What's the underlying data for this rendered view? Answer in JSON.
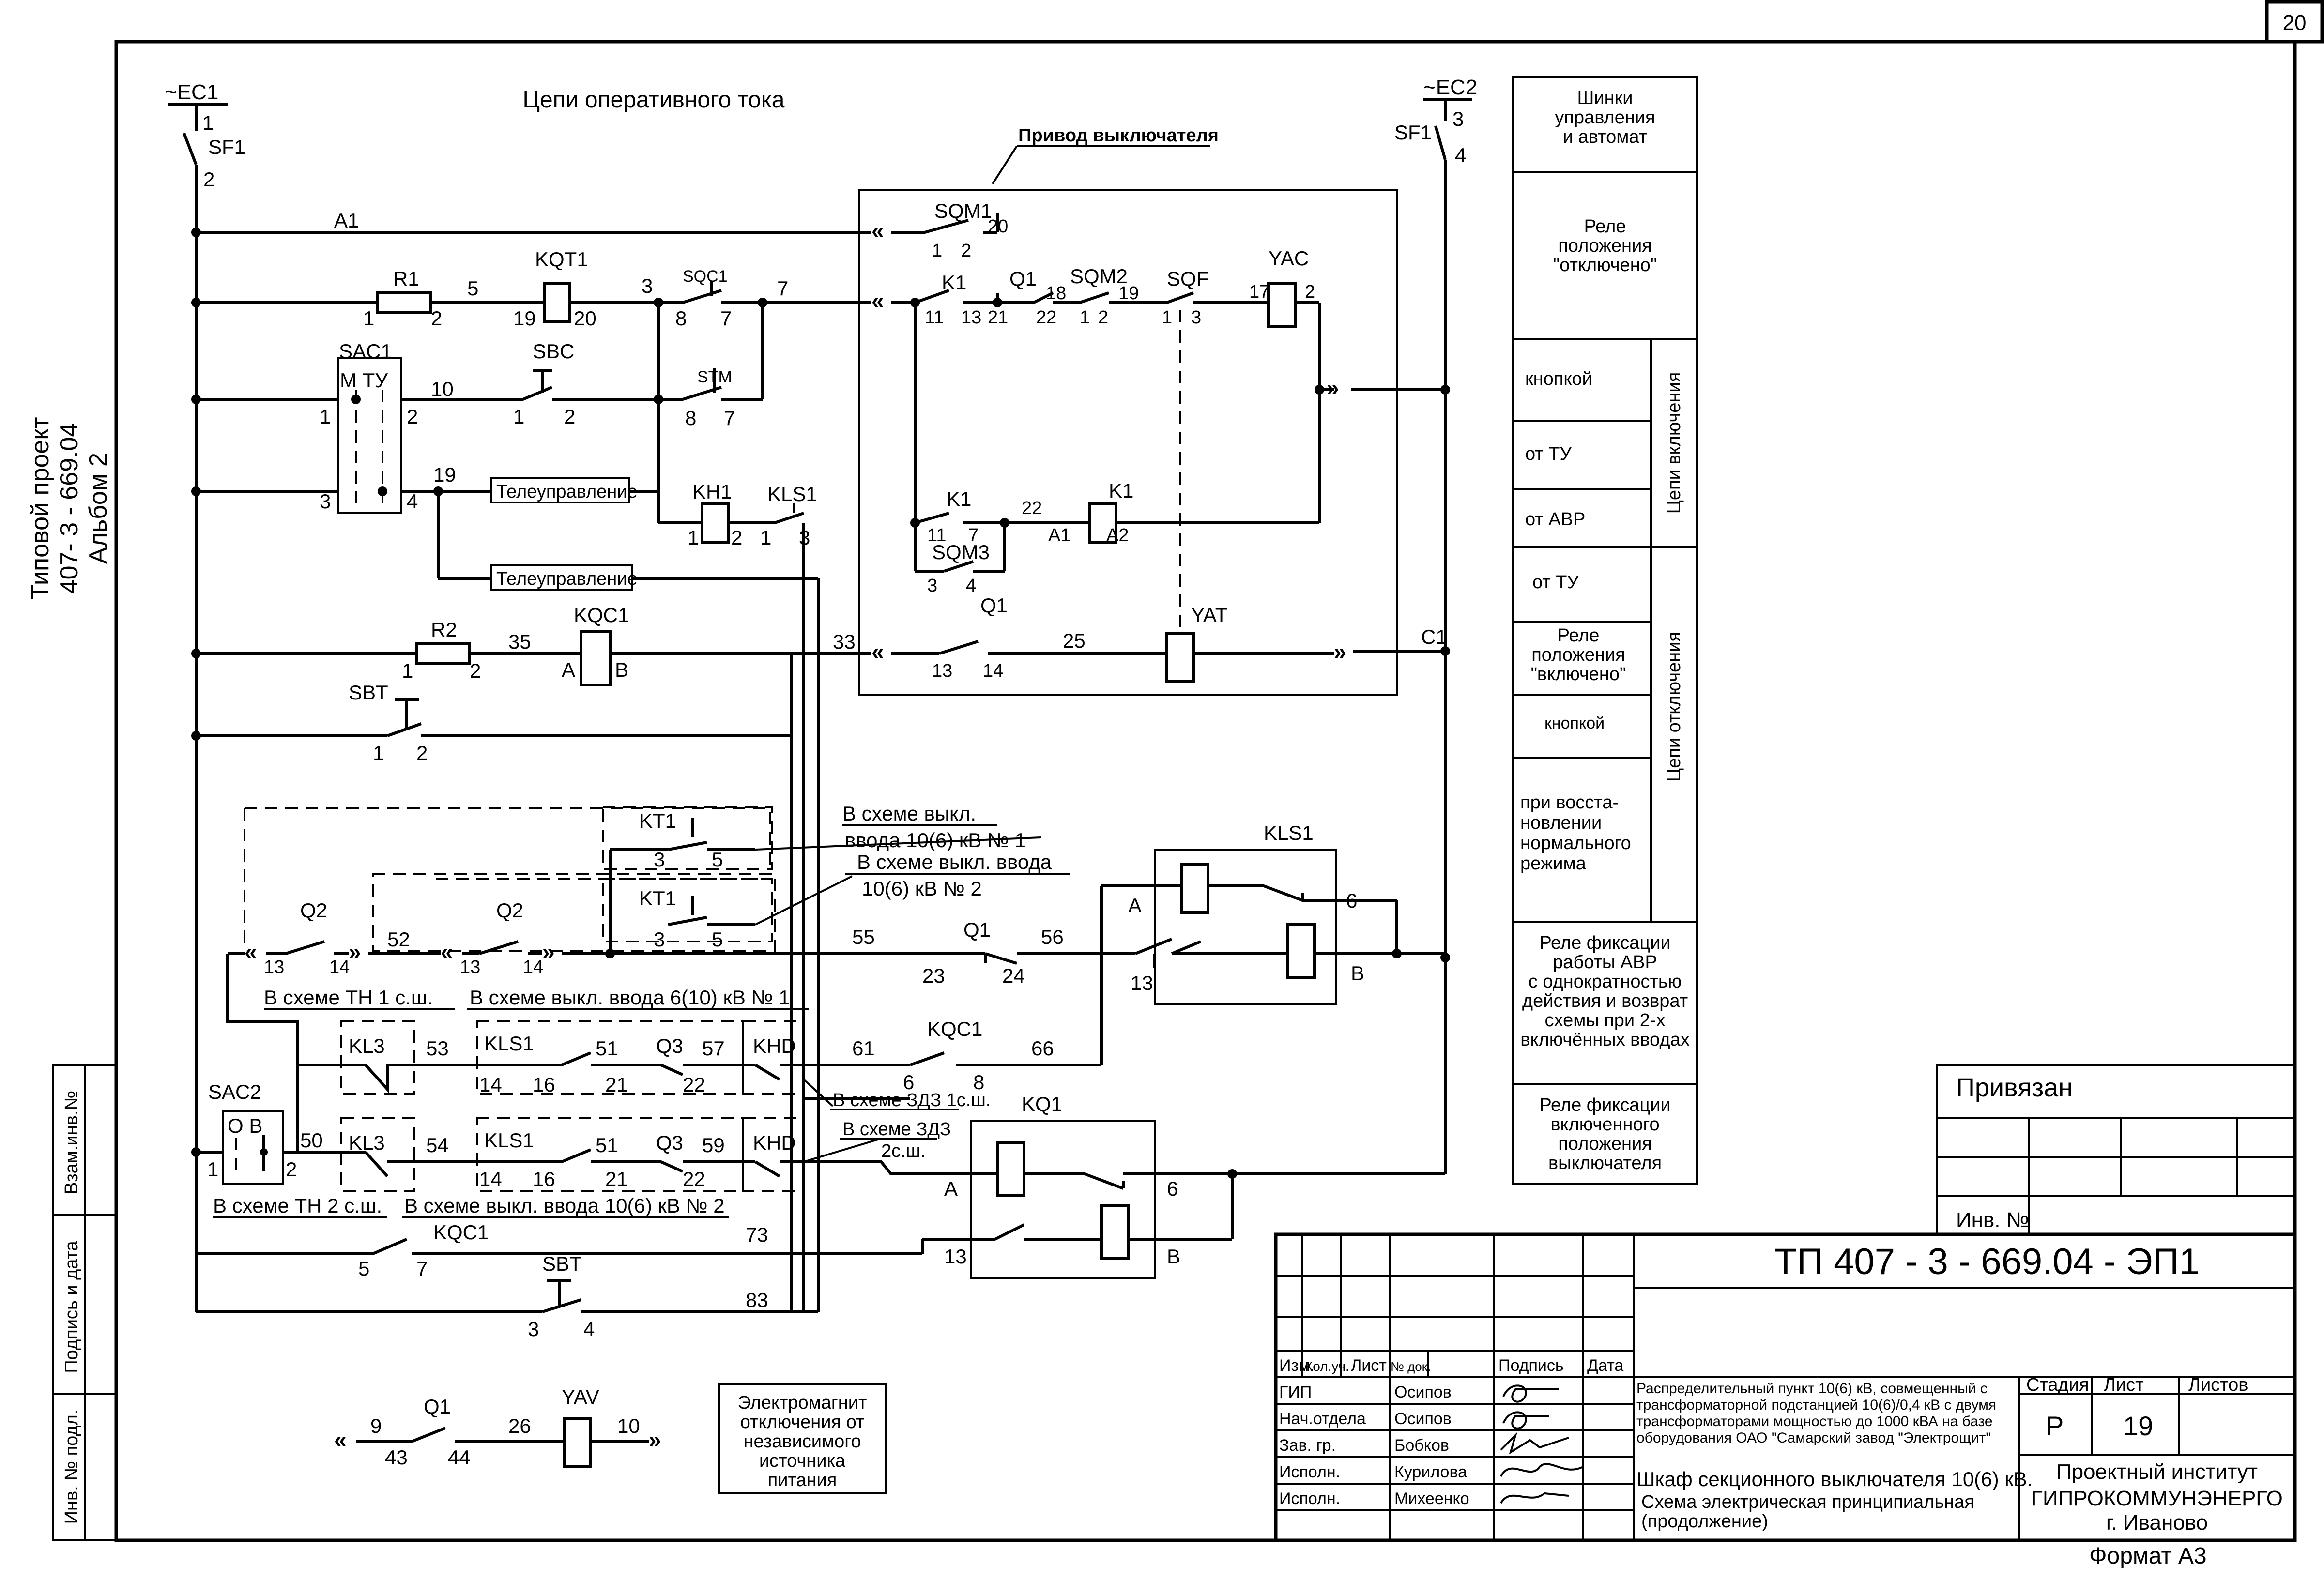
{
  "sheet_number": "20",
  "header": {
    "title": "Цепи оперативного тока",
    "actuator_box": "Привод выключателя"
  },
  "side_text": {
    "line1": "Типовой проект",
    "line2": "407- 3 - 669.04",
    "line3": "Альбом 2"
  },
  "left_stamp": [
    "Инв. № подл.",
    "Подпись и дата",
    "Взам.инв.№"
  ],
  "buses": {
    "ec1": "~ЕС1",
    "ec2": "~ЕС2",
    "a1": "A1",
    "c1": "C1"
  },
  "components": {
    "sf1_left": "SF1",
    "sf1_right": "SF1",
    "sf_t1": "1",
    "sf_t2": "2",
    "sf_t3": "3",
    "sf_t4": "4",
    "r1": "R1",
    "r2": "R2",
    "kqt1": "KQT1",
    "kqc1": "KQC1",
    "sac1": "SAC1",
    "sac1_modes": "М ТУ",
    "sbc": "SBC",
    "sbt": "SBT",
    "sqc1": "SQC1",
    "stm": "STM",
    "kh1": "KH1",
    "kls1": "KLS1",
    "sqm1": "SQM1",
    "sqm2": "SQM2",
    "sqm3": "SQM3",
    "sqf": "SQF",
    "k1": "K1",
    "q1": "Q1",
    "yac": "YAC",
    "yat": "YAT",
    "kt1": "KT1",
    "q2": "Q2",
    "kl3": "KL3",
    "khd": "KHD",
    "q3": "Q3",
    "sac2": "SAC2",
    "sac2_modes": "О В",
    "kq1": "KQ1",
    "yav": "YAV",
    "terminal_a": "A",
    "terminal_b": "B"
  },
  "telecontrol": "Телеуправление",
  "notes": {
    "sect1_a": "В схеме выкл.",
    "sect1_b": "ввода 10(6) кВ № 1",
    "sect2_a": "В схеме выкл. ввода",
    "sect2_b": "10(6) кВ № 2",
    "th1": "В схеме ТН 1 с.ш.",
    "input1": "В схеме выкл. ввода 6(10) кВ № 1",
    "zdz1": "В схеме ЗДЗ 1с.ш.",
    "zdz2_a": "В схеме ЗДЗ",
    "zdz2_b": "2с.ш.",
    "th2": "В схеме ТН 2 с.ш.",
    "input2": "В схеме выкл. ввода 10(6) кВ № 2"
  },
  "yav_note": [
    "Электромагнит",
    "отключения от",
    "независимого",
    "источника",
    "питания"
  ],
  "right_table": {
    "bus_header": [
      "Шинки",
      "управления",
      "и автомат"
    ],
    "relay_off": [
      "Реле",
      "положения",
      "\"отключено\""
    ],
    "on_button": "кнопкой",
    "on_tu": "от ТУ",
    "on_avr": "от АВР",
    "on_group": "Цепи включения",
    "off_tu": "от ТУ",
    "relay_on": [
      "Реле",
      "положения",
      "\"включено\""
    ],
    "off_button": "кнопкой",
    "off_restore": [
      "при восста-",
      "новлении",
      "нормального",
      "режима"
    ],
    "off_group": "Цепи отключения",
    "avr_fix": [
      "Реле фиксации",
      "работы АВР",
      "с однократностью",
      "действия и возврат",
      "схемы при 2-х",
      "включённых вводах"
    ],
    "pos_fix": [
      "Реле фиксации",
      "включенного",
      "положения",
      "выключателя"
    ]
  },
  "title_block": {
    "linked": "Привязан",
    "inv_no": "Инв. №",
    "code": "ТП  407 - 3 - 669.04 - ЭП1",
    "description": [
      "Распределительный пункт 10(6) кВ, совмещенный с",
      "трансформаторной подстанцией 10(6)/0,4 кВ с двумя",
      "трансформаторами мощностью до 1000 кВА на базе",
      "оборудования ОАО \"Самарский завод \"Электрощит\""
    ],
    "cabinet_title": "Шкаф секционного выключателя 10(6) кВ.",
    "schema_title": [
      "Схема электрическая принципиальная",
      "(продолжение)"
    ],
    "col_headers": [
      "Изм.",
      "Кол.уч.",
      "Лист",
      "№ док.",
      "Подпись",
      "Дата"
    ],
    "roles": [
      "ГИП",
      "Нач.отдела",
      "Зав. гр.",
      "Исполн.",
      "Исполн."
    ],
    "names": [
      "Осипов",
      "Осипов",
      "Бобков",
      "Курилова",
      "Михеенко"
    ],
    "stage_label": "Стадия",
    "sheet_label": "Лист",
    "sheets_label": "Листов",
    "stage": "Р",
    "sheet": "19",
    "institute": [
      "Проектный институт",
      "ГИПРОКОММУНЭНЕРГО",
      "г. Иваново"
    ],
    "format": "Формат А3"
  }
}
